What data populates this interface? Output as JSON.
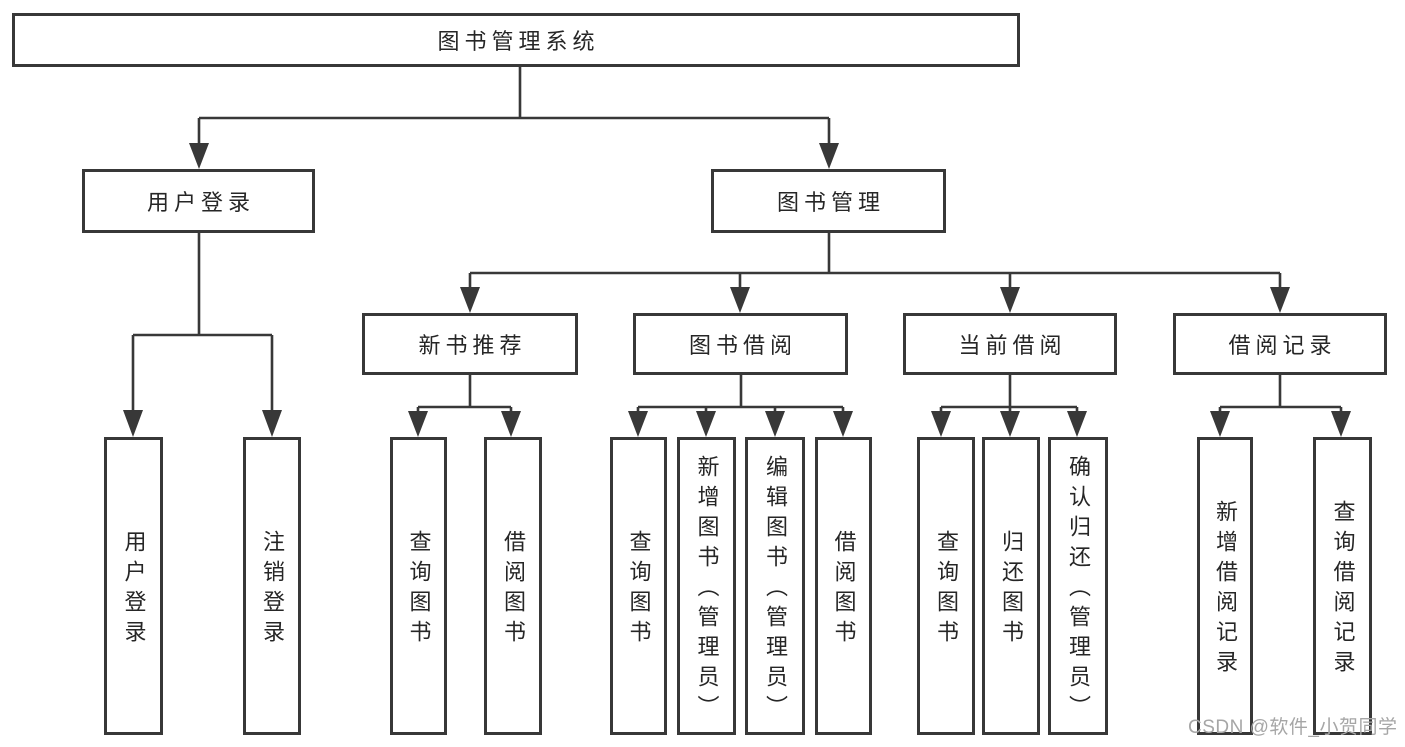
{
  "nodes": {
    "root": "图书管理系统",
    "level1": {
      "user_login": "用户登录",
      "book_mgmt": "图书管理"
    },
    "level2": {
      "new_books": "新书推荐",
      "book_borrow": "图书借阅",
      "current_borrow": "当前借阅",
      "borrow_record": "借阅记录"
    },
    "leaves": {
      "user_login": [
        "用户登录",
        "注销登录"
      ],
      "new_books": [
        "查询图书",
        "借阅图书"
      ],
      "book_borrow": [
        "查询图书",
        "新增图书（管理员）",
        "编辑图书（管理员）",
        "借阅图书"
      ],
      "current_borrow": [
        "查询图书",
        "归还图书",
        "确认归还（管理员）"
      ],
      "borrow_record": [
        "新增借阅记录",
        "查询借阅记录"
      ]
    }
  },
  "watermark": "CSDN @软件_小贺同学",
  "colors": {
    "line": "#383838",
    "text": "#262626",
    "watermark_text": "#a6a6a6",
    "background": "#ffffff"
  }
}
